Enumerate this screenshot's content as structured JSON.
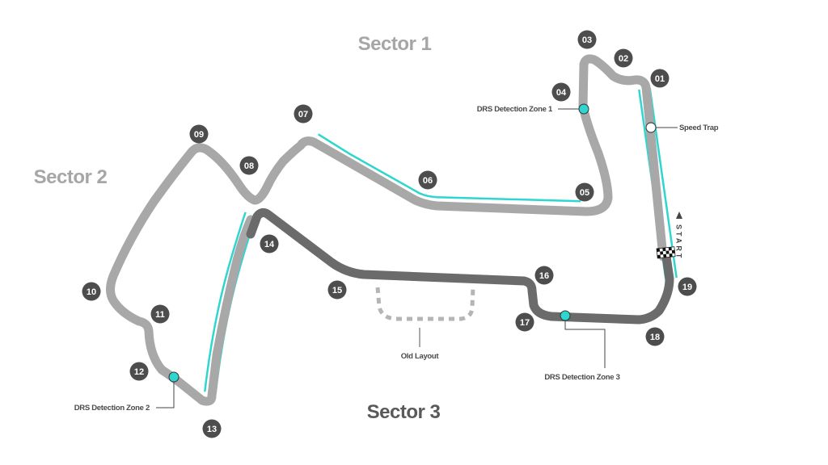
{
  "map": {
    "title": "Circuit layout",
    "colors": {
      "background": "#ffffff",
      "track_sector_1_2": "#a8a8a8",
      "track_sector_3": "#6b6b6b",
      "drs_zone": "#2fd6d0",
      "turn_badge": "#4d4d4d",
      "turn_badge_text": "#ffffff",
      "sector_1_label": "#a6a6a6",
      "sector_2_label": "#a6a6a6",
      "sector_3_label": "#595959",
      "old_layout": "#b5b5b5",
      "annotation_text": "#4a4a4a",
      "drs_marker": "#2fd6d0",
      "speed_trap_marker": "#ffffff"
    },
    "sectors": [
      {
        "id": "sector-1",
        "label": "Sector 1"
      },
      {
        "id": "sector-2",
        "label": "Sector 2"
      },
      {
        "id": "sector-3",
        "label": "Sector 3"
      }
    ],
    "turns": [
      "01",
      "02",
      "03",
      "04",
      "05",
      "06",
      "07",
      "08",
      "09",
      "10",
      "11",
      "12",
      "13",
      "14",
      "15",
      "16",
      "17",
      "18",
      "19"
    ],
    "annotations": {
      "drs_zone_1": "DRS Detection Zone 1",
      "drs_zone_2": "DRS Detection Zone 2",
      "drs_zone_3": "DRS Detection Zone 3",
      "speed_trap": "Speed Trap",
      "old_layout": "Old Layout",
      "start": "START"
    },
    "icons": {
      "start_arrow": "triangle-left",
      "finish_line": "checkered-flag",
      "drs_detection_point": "cyan-circle",
      "speed_trap_point": "white-circle"
    }
  }
}
